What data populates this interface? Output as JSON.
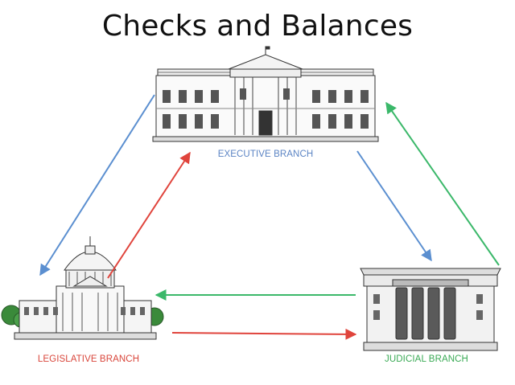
{
  "title": "Checks and Balances",
  "branches": {
    "executive": {
      "label": "EXECUTIVE BRANCH",
      "icon": "white-house-icon"
    },
    "legislative": {
      "label": "LEGISLATIVE BRANCH",
      "icon": "capitol-icon"
    },
    "judicial": {
      "label": "JUDICIAL BRANCH",
      "icon": "supreme-court-icon"
    }
  },
  "colors": {
    "executive_label": "#5b84c4",
    "legislative_label": "#d9463b",
    "judicial_label": "#3aaa55",
    "blue_arrow": "#5b8fd0",
    "red_arrow": "#e0443c",
    "green_arrow": "#3bb86a"
  }
}
